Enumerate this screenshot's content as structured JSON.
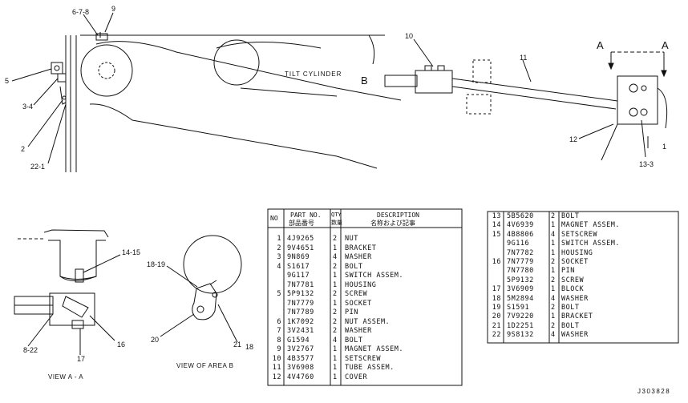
{
  "main_view": {
    "tilt_cylinder_label": "TILT CYLINDER",
    "letter_b": "B",
    "letter_a_left": "A",
    "letter_a_right": "A",
    "callouts": {
      "c678": "6-7-8",
      "c9": "9",
      "c5": "5",
      "c34": "3-4",
      "c2": "2",
      "c221": "22-1",
      "c10": "10",
      "c11": "11",
      "c12": "12",
      "c133": "13-3",
      "c1": "1"
    }
  },
  "view_a": {
    "caption": "VIEW A - A",
    "callouts": {
      "c1415": "14-15",
      "c822": "8-22",
      "c17": "17",
      "c16": "16"
    }
  },
  "view_b": {
    "caption": "VIEW OF AREA B",
    "callouts": {
      "c1819": "18-19",
      "c20": "20",
      "c21": "21",
      "c18": "18"
    }
  },
  "parts_table_1": {
    "header": {
      "no": "NO",
      "part_no": "PART NO.",
      "part_no_jp": "部品番号",
      "qty": "QTY",
      "qty_jp": "数量",
      "description": "DESCRIPTION",
      "description_jp": "名称および記事"
    },
    "rows": [
      {
        "no": "1",
        "part": "4J9265",
        "qty": "2",
        "desc": "NUT"
      },
      {
        "no": "2",
        "part": "9V4651",
        "qty": "1",
        "desc": "BRACKET"
      },
      {
        "no": "3",
        "part": "9N869",
        "qty": "4",
        "desc": "WASHER"
      },
      {
        "no": "4",
        "part": "S1617",
        "qty": "2",
        "desc": "BOLT"
      },
      {
        "no": "",
        "part": "9G117",
        "qty": "1",
        "desc": "SWITCH ASSEM."
      },
      {
        "no": "",
        "part": "7N7781",
        "qty": "1",
        "desc": "HOUSING"
      },
      {
        "no": "5",
        "part": "5P9132",
        "qty": "2",
        "desc": "SCREW"
      },
      {
        "no": "",
        "part": "7N7779",
        "qty": "1",
        "desc": "SOCKET"
      },
      {
        "no": "",
        "part": "7N7789",
        "qty": "2",
        "desc": "PIN"
      },
      {
        "no": "6",
        "part": "1K7092",
        "qty": "2",
        "desc": "NUT ASSEM."
      },
      {
        "no": "7",
        "part": "3V2431",
        "qty": "2",
        "desc": "WASHER"
      },
      {
        "no": "8",
        "part": "G1594",
        "qty": "4",
        "desc": "BOLT"
      },
      {
        "no": "9",
        "part": "3V2767",
        "qty": "1",
        "desc": "MAGNET ASSEM."
      },
      {
        "no": "10",
        "part": "4B3577",
        "qty": "1",
        "desc": "SETSCREW"
      },
      {
        "no": "11",
        "part": "3V6908",
        "qty": "1",
        "desc": "TUBE ASSEM."
      },
      {
        "no": "12",
        "part": "4V4760",
        "qty": "1",
        "desc": "COVER"
      }
    ]
  },
  "parts_table_2": {
    "rows": [
      {
        "no": "13",
        "part": "5B5620",
        "qty": "2",
        "desc": "BOLT"
      },
      {
        "no": "14",
        "part": "4V6939",
        "qty": "1",
        "desc": "MAGNET ASSEM."
      },
      {
        "no": "15",
        "part": "4B8806",
        "qty": "4",
        "desc": "SETSCREW"
      },
      {
        "no": "",
        "part": "9G116",
        "qty": "1",
        "desc": "SWITCH ASSEM."
      },
      {
        "no": "",
        "part": "7N7782",
        "qty": "1",
        "desc": "HOUSING"
      },
      {
        "no": "16",
        "part": "7N7779",
        "qty": "2",
        "desc": "SOCKET"
      },
      {
        "no": "",
        "part": "7N7780",
        "qty": "1",
        "desc": "PIN"
      },
      {
        "no": "",
        "part": "5P9132",
        "qty": "2",
        "desc": "SCREW"
      },
      {
        "no": "17",
        "part": "3V6909",
        "qty": "1",
        "desc": "BLOCK"
      },
      {
        "no": "18",
        "part": "5M2894",
        "qty": "4",
        "desc": "WASHER"
      },
      {
        "no": "19",
        "part": "S1591",
        "qty": "2",
        "desc": "BOLT"
      },
      {
        "no": "20",
        "part": "7V9220",
        "qty": "1",
        "desc": "BRACKET"
      },
      {
        "no": "21",
        "part": "1D2251",
        "qty": "2",
        "desc": "BOLT"
      },
      {
        "no": "22",
        "part": "9S8132",
        "qty": "4",
        "desc": "WASHER"
      }
    ]
  },
  "drawing_number": "J303828"
}
